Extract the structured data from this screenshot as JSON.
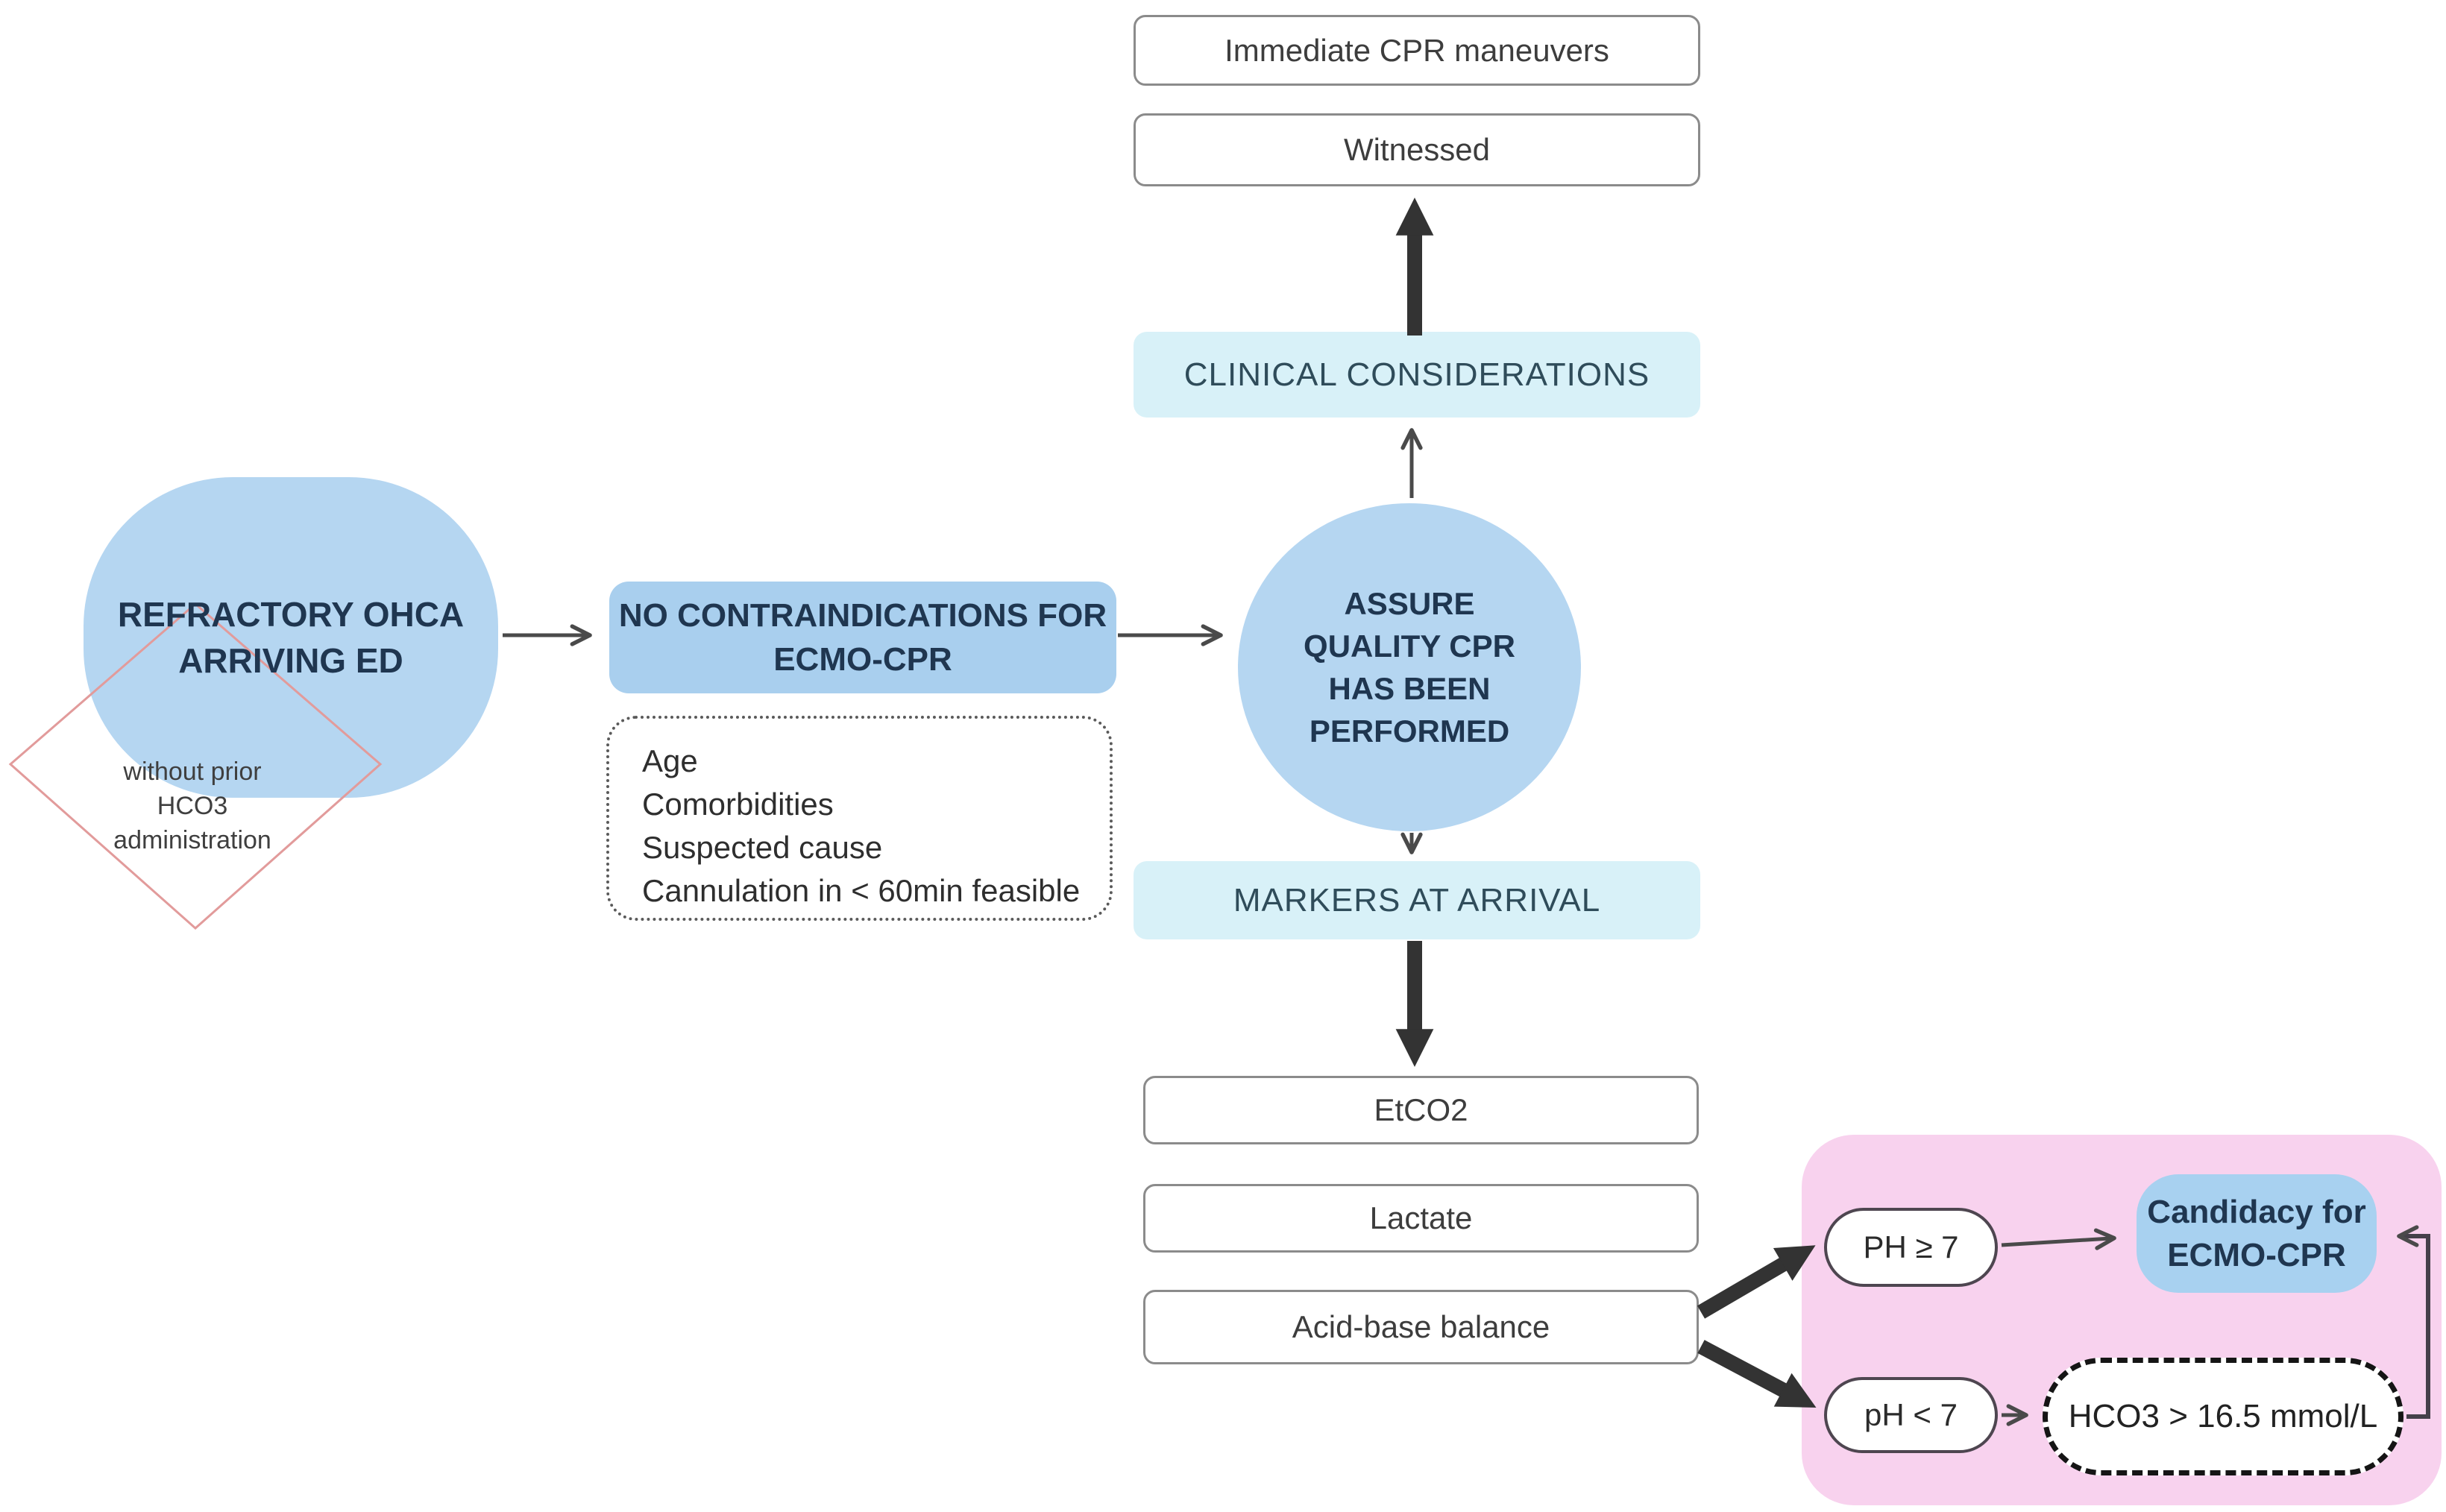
{
  "palette": {
    "blue": "#b5d6f1",
    "blue2": "#a9cfee",
    "cyan": "#d8f1f8",
    "pink": "#f8d2ee",
    "cand": "#a8d1f0",
    "navy": "#1f3650",
    "teal": "#2f4c5a",
    "gray": "#8b8b8b",
    "salmon": "#e29b9b",
    "arrow": "#4a4a4a"
  },
  "nodes": {
    "immediate_cpr": {
      "label": "Immediate CPR maneuvers"
    },
    "witnessed": {
      "label": "Witnessed"
    },
    "clinical": {
      "label": "CLINICAL CONSIDERATIONS"
    },
    "assure": {
      "label": "ASSURE\nQUALITY CPR\nHAS BEEN\nPERFORMED"
    },
    "markers": {
      "label": "MARKERS AT ARRIVAL"
    },
    "etco2": {
      "label": "EtCO2"
    },
    "lactate": {
      "label": "Lactate"
    },
    "acid_base": {
      "label": "Acid-base balance"
    },
    "refractory": {
      "label": "REFRACTORY OHCA\nARRIVING ED"
    },
    "without_hco3": {
      "label": "without prior\nHCO3\nadministration"
    },
    "no_contra": {
      "label": "NO CONTRAINDICATIONS FOR\nECMO-CPR"
    },
    "criteria": {
      "items": [
        "Age",
        "Comorbidities",
        "Suspected cause",
        "Cannulation in < 60min feasible"
      ]
    },
    "ph_high": {
      "label": "PH ≥ 7"
    },
    "ph_low": {
      "label": "pH < 7"
    },
    "candidacy": {
      "label": "Candidacy for\nECMO-CPR"
    },
    "hco3": {
      "label": "HCO3 > 16.5 mmol/L"
    }
  }
}
